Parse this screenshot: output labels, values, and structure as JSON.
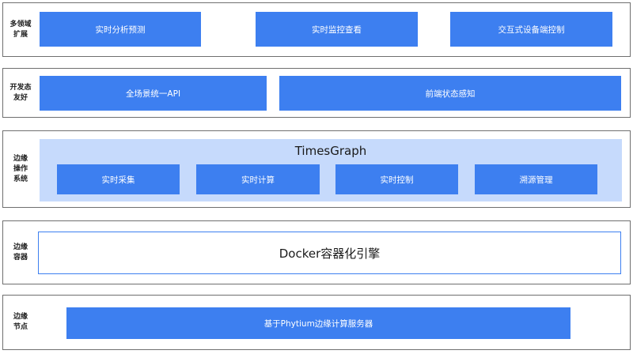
{
  "layers": {
    "multi_domain": {
      "label_lines": [
        "多领域",
        "扩展"
      ],
      "boxes": [
        "实时分析预测",
        "实时监控查看",
        "交互式设备端控制"
      ]
    },
    "dev_friendly": {
      "label_lines": [
        "开发态",
        "友好"
      ],
      "boxes": [
        "全场景统一API",
        "前端状态感知"
      ]
    },
    "edge_os": {
      "label_lines": [
        "边缘",
        "操作",
        "系统"
      ],
      "title": "TimesGraph",
      "boxes": [
        "实时采集",
        "实时计算",
        "实时控制",
        "溯源管理"
      ]
    },
    "edge_container": {
      "label_lines": [
        "边缘",
        "容器"
      ],
      "box": "Docker容器化引擎"
    },
    "edge_node": {
      "label_lines": [
        "边缘",
        "节点"
      ],
      "box": "基于Phytium边缘计算服务器"
    }
  },
  "colors": {
    "box_blue": "#3d7ff0",
    "panel_light_blue": "#c6dafc",
    "border_gray": "#6f6f6f"
  }
}
